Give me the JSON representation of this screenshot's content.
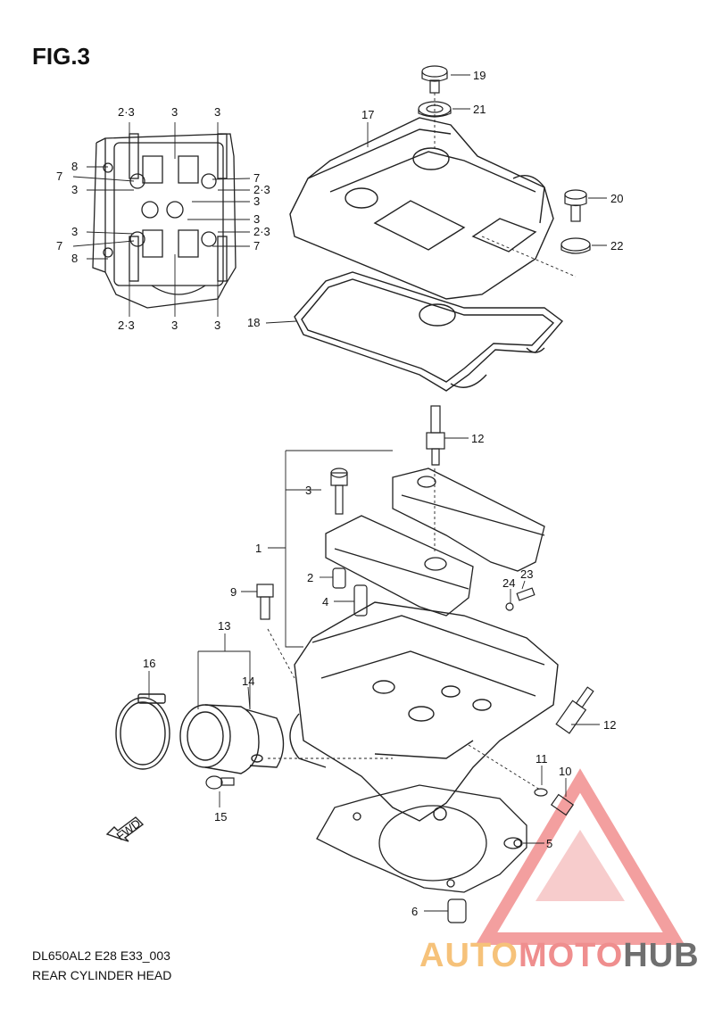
{
  "figure": {
    "title": "FIG.3",
    "model_code": "DL650AL2 E28 E33_003",
    "name": "REAR CYLINDER HEAD"
  },
  "watermark": {
    "parts": [
      "AUTO",
      "MOTO",
      "HUB"
    ],
    "colors": [
      "#f6c27a",
      "#ef8e8e",
      "#6f6f6f"
    ]
  },
  "callouts": {
    "inset": [
      "2·3",
      "3",
      "3",
      "8",
      "7",
      "3",
      "7",
      "2·3",
      "3",
      "3",
      "3",
      "2·3",
      "7",
      "7",
      "8",
      "2·3",
      "3",
      "3"
    ],
    "cover": [
      "17",
      "18",
      "19",
      "20",
      "21",
      "22"
    ],
    "head": [
      "1",
      "2",
      "3",
      "4",
      "5",
      "6",
      "9",
      "10",
      "11",
      "12",
      "12",
      "13",
      "14",
      "15",
      "16",
      "23",
      "24"
    ],
    "direction_arrow": "FWD"
  }
}
